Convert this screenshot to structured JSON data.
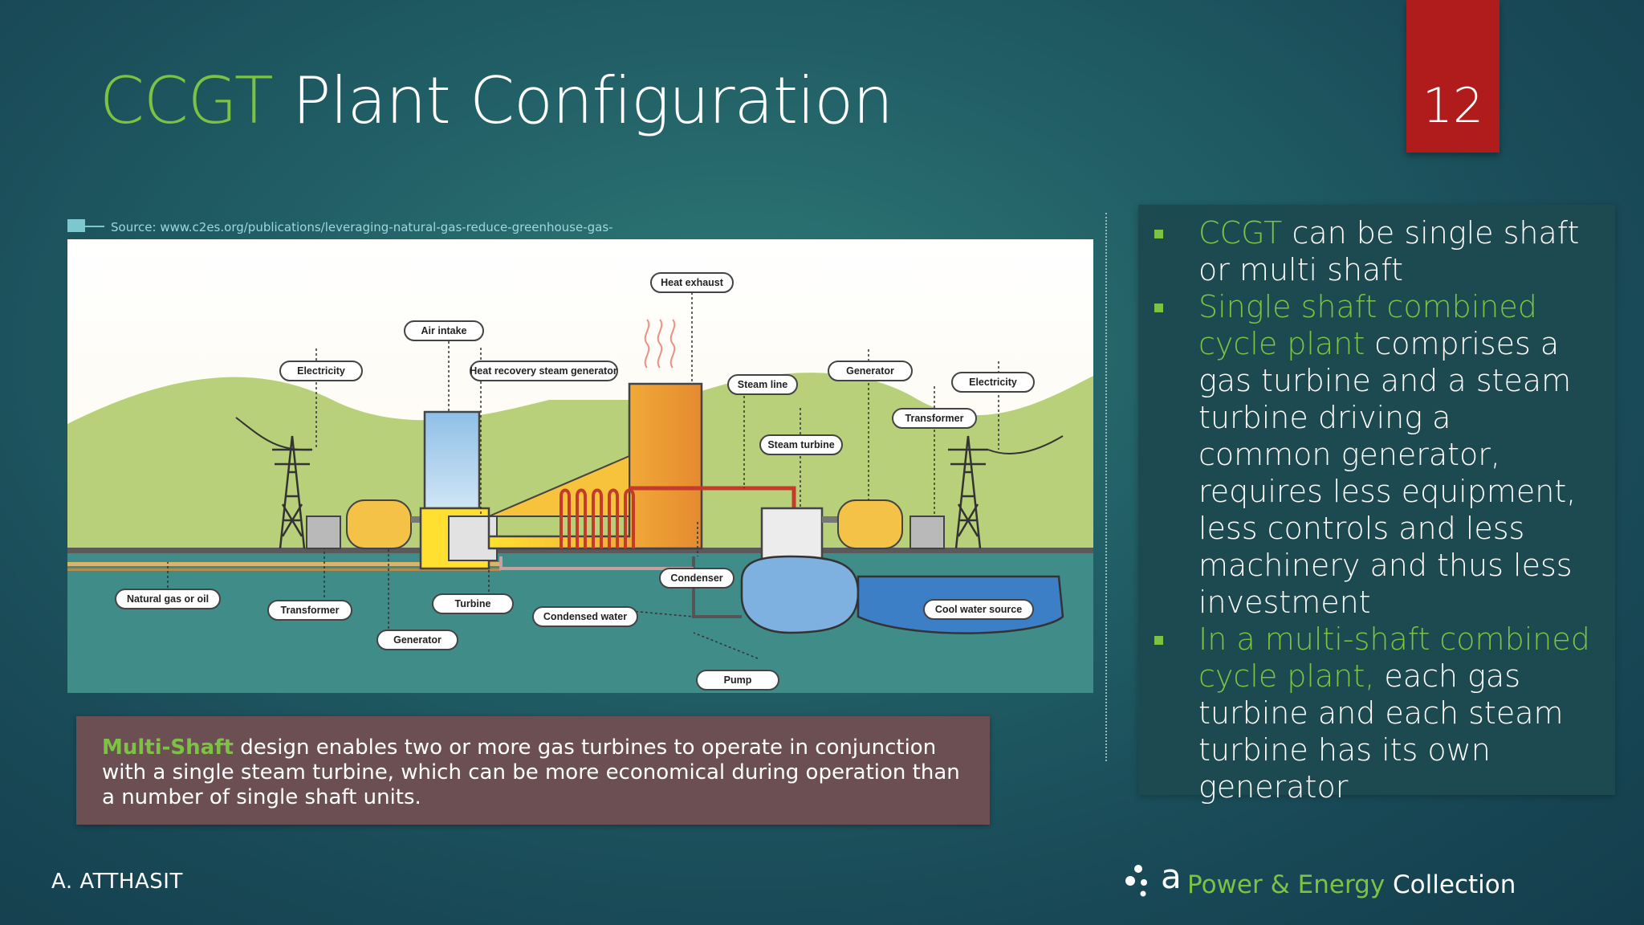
{
  "slide": {
    "title_accent": "CCGT",
    "title_rest": "Plant Configuration",
    "page_number": "12"
  },
  "source": {
    "text": "Source: www.c2es.org/publications/leveraging-natural-gas-reduce-greenhouse-gas-"
  },
  "diagram": {
    "labels": {
      "heat_exhaust": "Heat exhaust",
      "air_intake": "Air intake",
      "hrsg": "Heat recovery steam generator",
      "electricity_left": "Electricity",
      "steam_line": "Steam line",
      "generator_top": "Generator",
      "electricity_right": "Electricity",
      "transformer_right": "Transformer",
      "steam_turbine": "Steam turbine",
      "condenser": "Condenser",
      "natural_gas": "Natural gas or oil",
      "transformer_left": "Transformer",
      "turbine": "Turbine",
      "condensed_water": "Condensed water",
      "generator_bottom": "Generator",
      "cool_water": "Cool water source",
      "pump": "Pump"
    }
  },
  "caption": {
    "highlight": "Multi-Shaft",
    "text": " design enables two or more gas turbines to operate in conjunction with a single steam turbine, which can be more economical during operation than a number of single shaft units."
  },
  "bullets": [
    {
      "highlight": "CCGT",
      "text": " can be single shaft or multi shaft"
    },
    {
      "highlight": "Single shaft combined cycle plant",
      "text": " comprises a gas turbine and a steam turbine driving a common generator, requires less equipment, less controls and less machinery and thus less investment"
    },
    {
      "highlight": "In a multi-shaft combined cycle plant,",
      "text": " each gas turbine and each steam turbine has its own generator"
    }
  ],
  "footer": {
    "author": "A. ATTHASIT",
    "brand_a": "a",
    "brand_green1": "Power",
    "brand_amp": "&",
    "brand_green2": "Energy",
    "brand_white": "Collection"
  },
  "colors": {
    "accent_green": "#7cc344",
    "page_number_bg": "#b01c1b",
    "caption_bg": "#6c4f52",
    "panel_bg": "#1d4a51"
  }
}
